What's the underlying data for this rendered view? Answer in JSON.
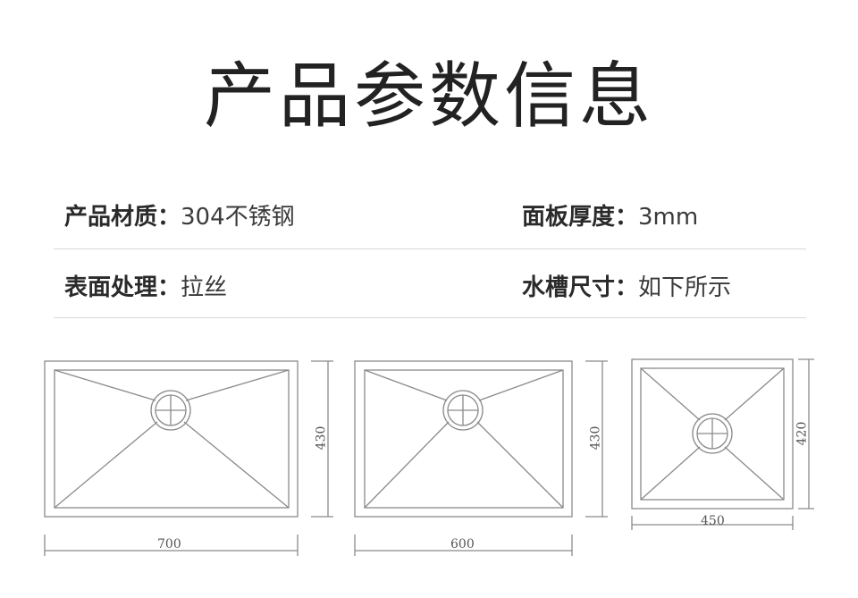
{
  "title": "产品参数信息",
  "specs": [
    {
      "label": "产品材质：",
      "value": "304不锈钢"
    },
    {
      "label": "面板厚度：",
      "value": "3mm"
    },
    {
      "label": "表面处理：",
      "value": "拉丝"
    },
    {
      "label": "水槽尺寸：",
      "value": "如下所示"
    }
  ],
  "sinks": [
    {
      "width": "700",
      "height": "430"
    },
    {
      "width": "600",
      "height": "430"
    },
    {
      "width": "450",
      "height": "420"
    }
  ],
  "colors": {
    "line": "#8a8a8a",
    "text": "#2b2b2b",
    "separator": "#d8d8d8"
  }
}
